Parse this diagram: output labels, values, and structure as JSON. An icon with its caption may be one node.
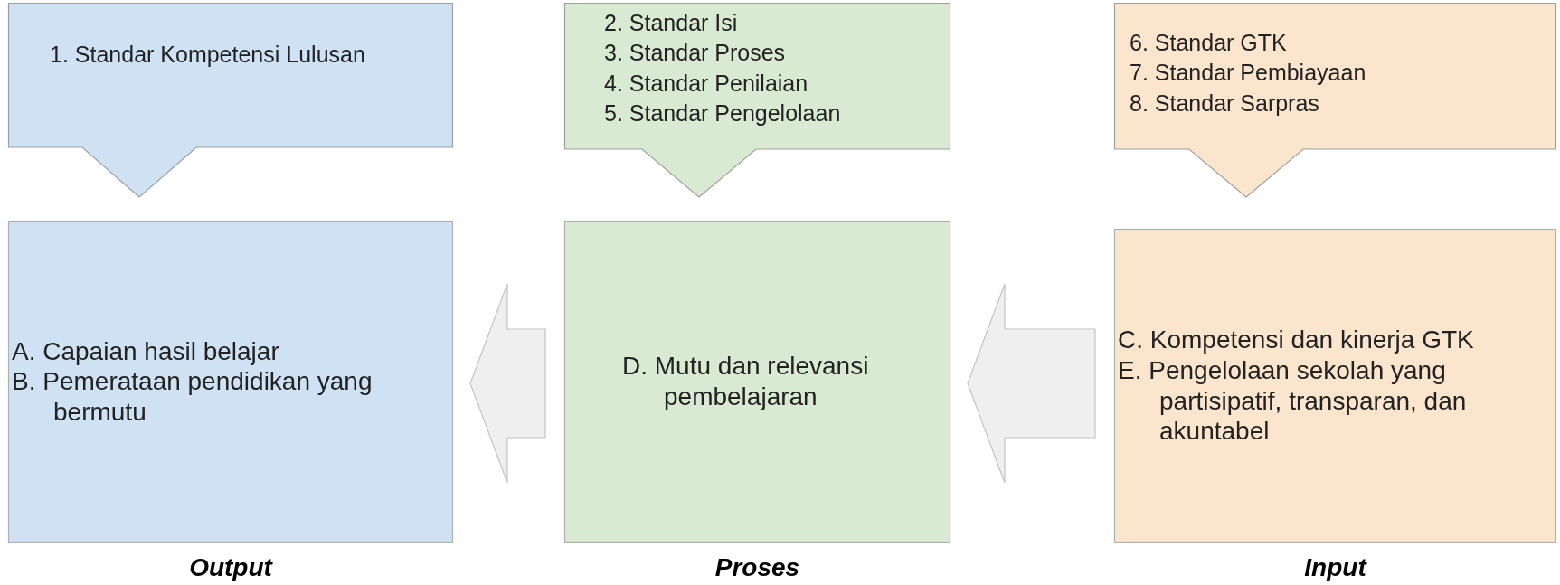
{
  "diagram": {
    "nodes": [
      {
        "text": [
          "1. Standar Kompetensi Lulusan"
        ]
      },
      {
        "text": [
          "2. Standar Isi",
          "3. Standar Proses",
          "4. Standar Penilaian",
          "5. Standar Pengelolaan"
        ]
      },
      {
        "text": [
          "6. Standar GTK",
          "7. Standar Pembiayaan",
          "8. Standar Sarpras"
        ]
      },
      {
        "text": [
          "A. Capaian hasil belajar",
          "B. Pemerataan pendidikan yang bermutu",
          "Output"
        ]
      },
      {
        "text": [
          "D. Mutu dan relevansi pembelajaran",
          "Proses"
        ]
      },
      {
        "text": [
          "C. Kompetensi dan kinerja GTK",
          "E. Pengelolaan sekolah yang partisipatif, transparan, dan akuntabel",
          "Input"
        ]
      }
    ],
    "edges": [
      {
        "from": 4,
        "to": 3,
        "arrow": "to"
      },
      {
        "from": 5,
        "to": 4,
        "arrow": "to"
      }
    ]
  }
}
